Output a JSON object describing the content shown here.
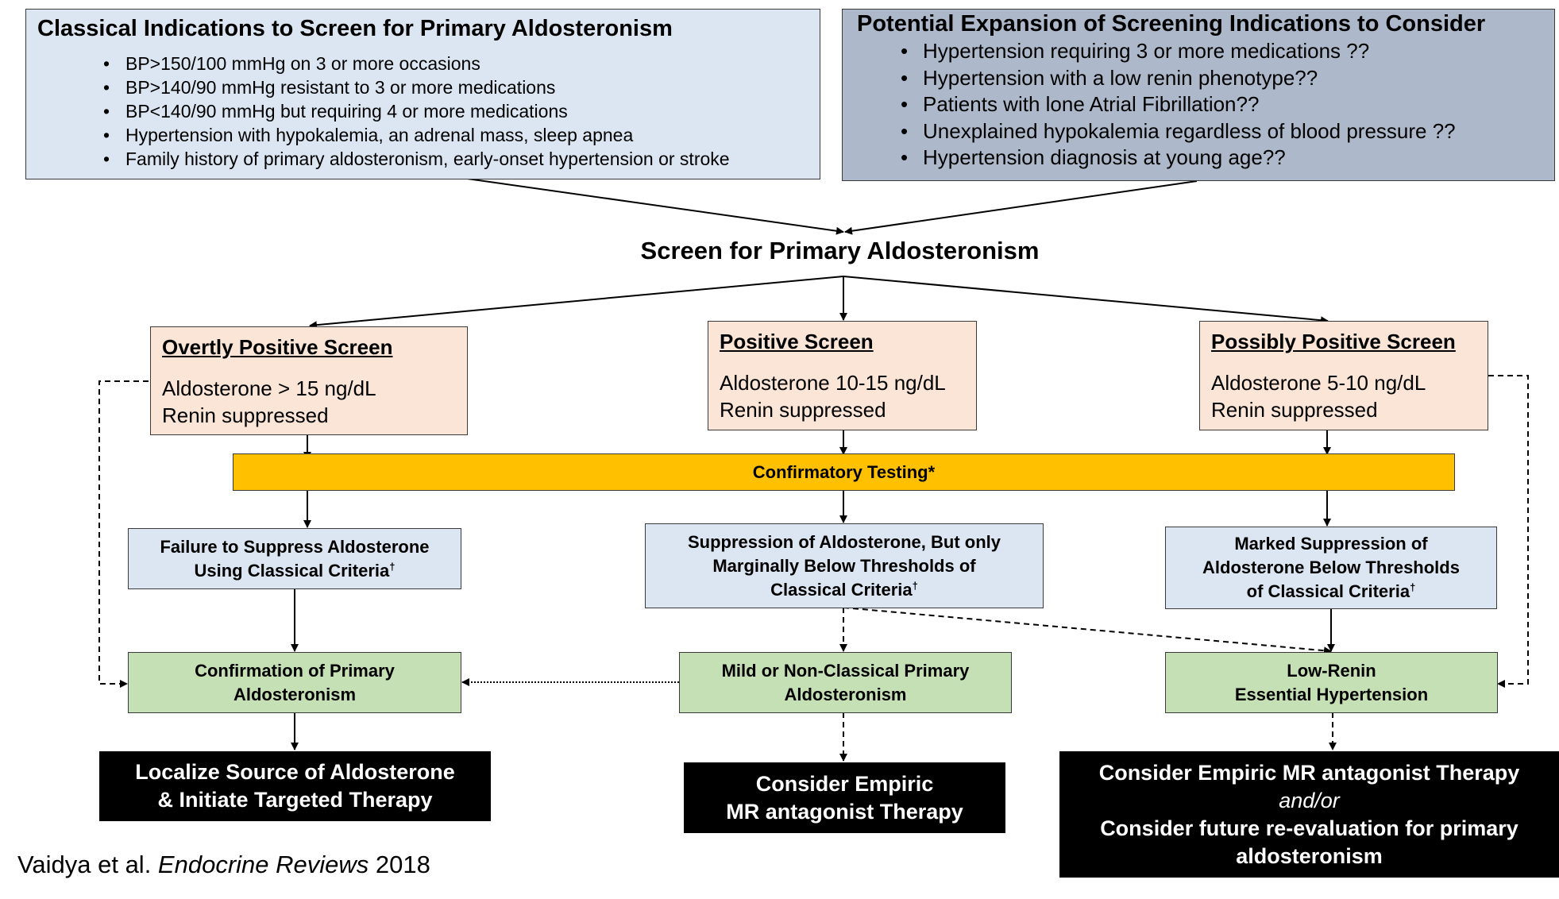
{
  "classical": {
    "title": "Classical Indications to Screen for Primary Aldosteronism",
    "items": [
      "BP>150/100 mmHg on 3 or more occasions",
      "BP>140/90 mmHg resistant to 3 or more medications",
      "BP<140/90 mmHg but requiring 4 or more medications",
      "Hypertension with hypokalemia, an adrenal mass, sleep apnea",
      "Family history of primary aldosteronism, early-onset hypertension or stroke"
    ]
  },
  "expansion": {
    "title": "Potential Expansion of Screening Indications to Consider",
    "items": [
      "Hypertension requiring 3 or more medications ??",
      "Hypertension with a low renin phenotype??",
      "Patients with lone Atrial Fibrillation??",
      "Unexplained hypokalemia regardless of blood pressure ??",
      "Hypertension diagnosis at young age??"
    ]
  },
  "screen_title": "Screen for Primary Aldosteronism",
  "screens": {
    "overt": {
      "heading": "Overtly Positive Screen",
      "line1": "Aldosterone > 15 ng/dL",
      "line2": "Renin suppressed"
    },
    "positive": {
      "heading": "Positive Screen",
      "line1": "Aldosterone 10-15 ng/dL",
      "line2": "Renin suppressed"
    },
    "possible": {
      "heading": "Possibly Positive Screen",
      "line1": "Aldosterone 5-10 ng/dL",
      "line2": "Renin suppressed"
    }
  },
  "confirmatory": "Confirmatory Testing*",
  "tests": {
    "failure": {
      "line1": "Failure to Suppress Aldosterone",
      "line2": "Using Classical Criteria",
      "mark": "†"
    },
    "marginal": {
      "line1": "Suppression of Aldosterone, But only",
      "line2": "Marginally Below Thresholds of",
      "line3": "Classical Criteria",
      "mark": "†"
    },
    "marked": {
      "line1": "Marked Suppression of",
      "line2": "Aldosterone Below Thresholds",
      "line3": "of Classical Criteria",
      "mark": "†"
    }
  },
  "diagnoses": {
    "confirmed": {
      "line1": "Confirmation of Primary",
      "line2": "Aldosteronism"
    },
    "mild": {
      "line1": "Mild or Non-Classical Primary",
      "line2": "Aldosteronism"
    },
    "lowrenin": {
      "line1": "Low-Renin",
      "line2": "Essential Hypertension"
    }
  },
  "actions": {
    "localize": {
      "line1": "Localize Source of Aldosterone",
      "line2": "& Initiate Targeted Therapy"
    },
    "empiric": {
      "line1": "Consider Empiric",
      "line2": "MR antagonist Therapy"
    },
    "both": {
      "line1": "Consider Empiric MR antagonist Therapy",
      "connector": "and/or",
      "line2": "Consider future re-evaluation for primary",
      "line3": "aldosteronism"
    }
  },
  "citation": {
    "authors": "Vaidya et al. ",
    "journal": "Endocrine Reviews",
    "year": " 2018"
  }
}
